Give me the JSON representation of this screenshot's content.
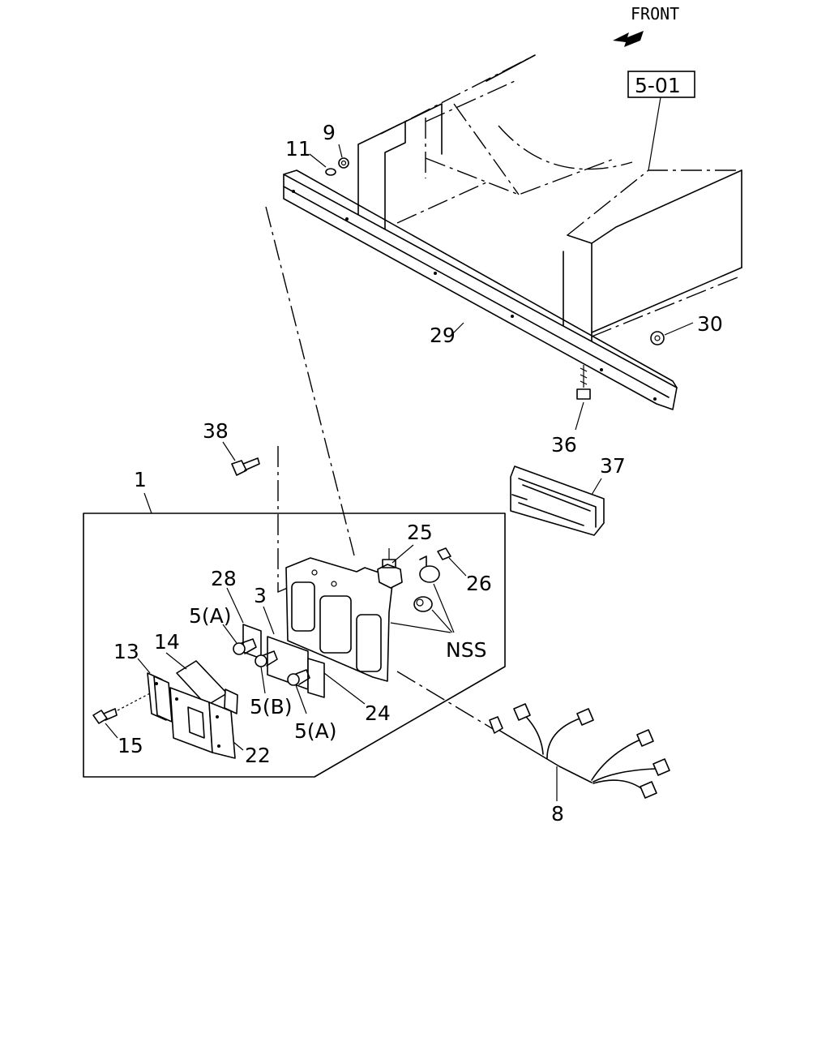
{
  "direction_label": "FRONT",
  "reference_box": "5-01",
  "callouts": {
    "c1": "1",
    "c3": "3",
    "c5a_top": "5(A)",
    "c5b": "5(B)",
    "c5a_bottom": "5(A)",
    "c8": "8",
    "c9": "9",
    "c11": "11",
    "c13": "13",
    "c14": "14",
    "c15": "15",
    "c22": "22",
    "c24": "24",
    "c25": "25",
    "c26": "26",
    "c28": "28",
    "c29": "29",
    "c30": "30",
    "c36": "36",
    "c37": "37",
    "c38": "38",
    "nss": "NSS"
  },
  "icons": {
    "direction": "front-arrow-icon"
  }
}
